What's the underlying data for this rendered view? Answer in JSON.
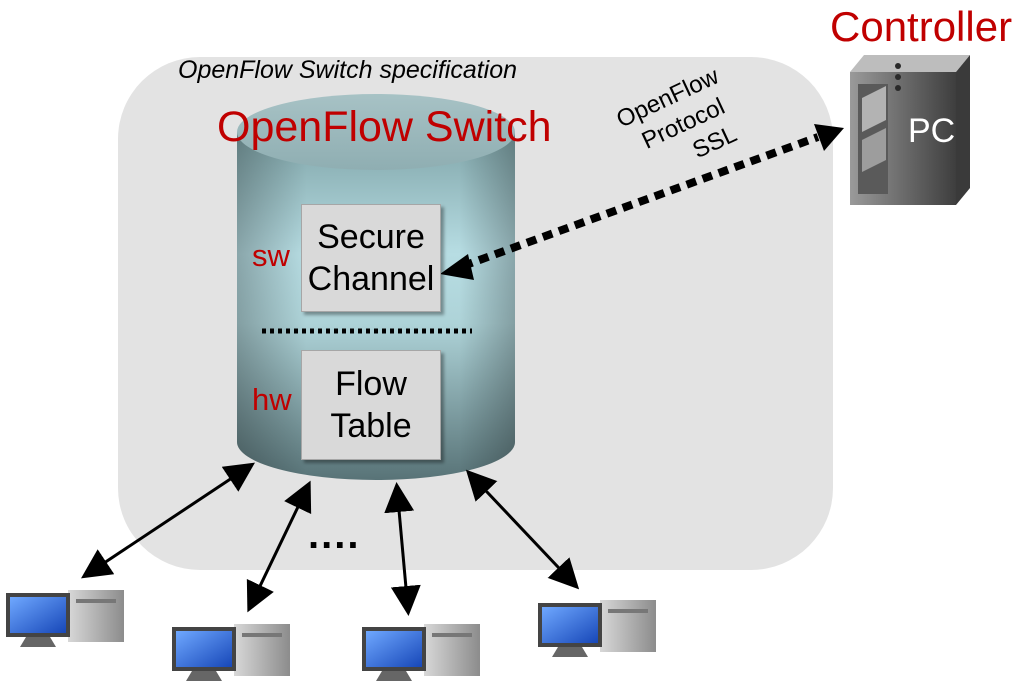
{
  "spec_label": "OpenFlow Switch specification",
  "switch": {
    "title": "OpenFlow Switch",
    "secure_channel": {
      "line1": "Secure",
      "line2": "Channel"
    },
    "flow_table": {
      "line1": "Flow",
      "line2": "Table"
    },
    "sw_label": "sw",
    "hw_label": "hw"
  },
  "controller": {
    "label": "Controller",
    "pc_label": "PC"
  },
  "protocol": {
    "line1": "OpenFlow",
    "line2": "Protocol",
    "line3": "SSL"
  },
  "ellipsis": "....",
  "colors": {
    "accent_red": "#c00000",
    "spec_region": "#e3e3e3",
    "cylinder_light": "#b9dde3",
    "cylinder_dark": "#5f7a7e",
    "box_fill": "#d9d9d9"
  },
  "icons": [
    "controller-server-icon",
    "desktop-computer-icon"
  ]
}
